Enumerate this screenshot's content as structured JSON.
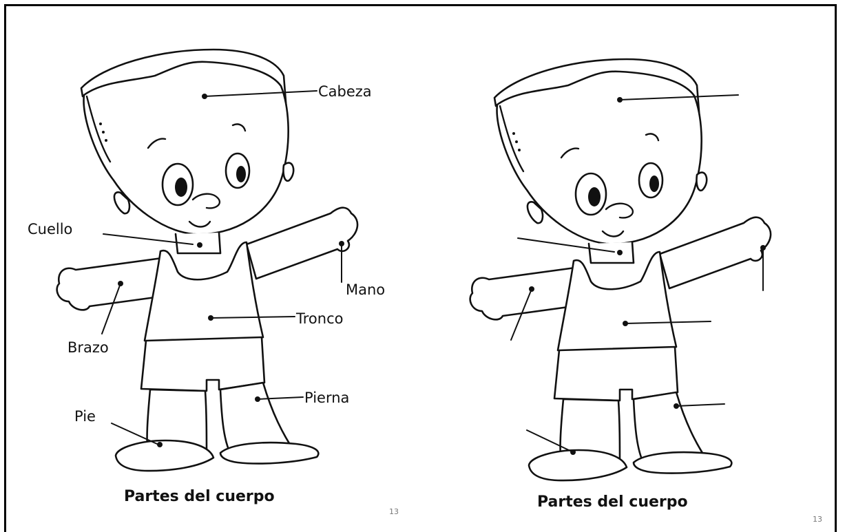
{
  "left_panel": {
    "labels": {
      "cabeza": "Cabeza",
      "cuello": "Cuello",
      "mano": "Mano",
      "brazo": "Brazo",
      "tronco": "Tronco",
      "pierna": "Pierna",
      "pie": "Pie"
    },
    "title": "Partes del cuerpo",
    "page_number": "13"
  },
  "right_panel": {
    "title": "Partes del cuerpo",
    "page_number": "13"
  }
}
